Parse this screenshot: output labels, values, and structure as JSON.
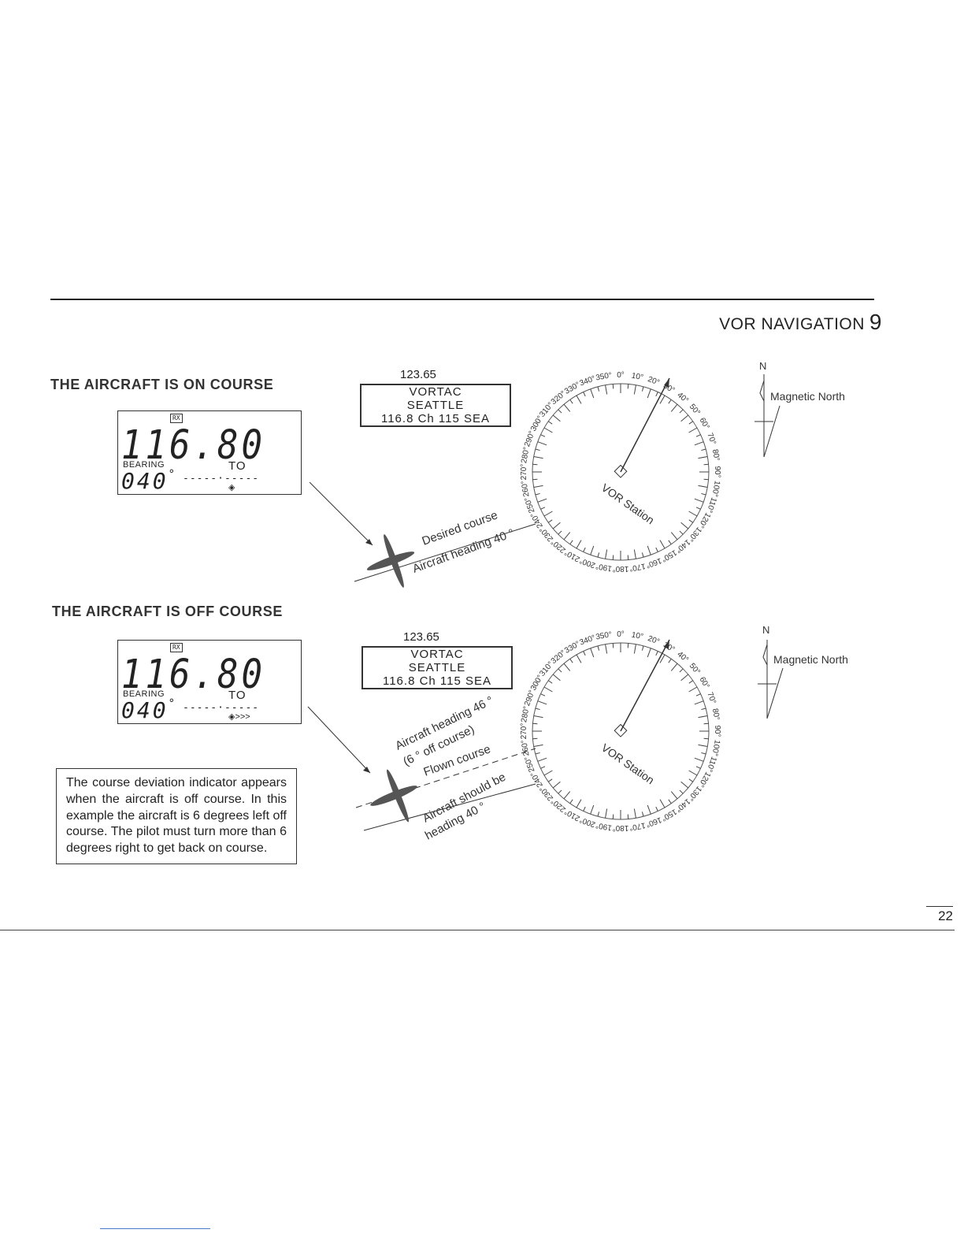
{
  "header": {
    "section_title": "VOR NAVIGATION",
    "section_number": "9"
  },
  "on_course": {
    "heading": "THE AIRCRAFT IS ON COURSE",
    "lcd": {
      "rx_label": "RX",
      "frequency": "116.80",
      "bearing_label": "BEARING",
      "to_label": "TO",
      "bearing_value": "040",
      "degree_symbol": "°",
      "cdi": "-----·-----",
      "cdi_marker": "◈"
    },
    "station_box": {
      "com_freq": "123.65",
      "type": "VORTAC",
      "name": "SEATTLE",
      "identifier": "116.8 Ch 115 SEA"
    },
    "labels": {
      "desired_course": "Desired course",
      "aircraft_heading": "Aircraft heading 40 °"
    },
    "compass_station": "VOR Station",
    "magnetic_north": {
      "n": "N",
      "label": "Magnetic North"
    }
  },
  "off_course": {
    "heading": "THE AIRCRAFT IS OFF COURSE",
    "lcd": {
      "rx_label": "RX",
      "frequency": "116.80",
      "bearing_label": "BEARING",
      "to_label": "TO",
      "bearing_value": "040",
      "degree_symbol": "°",
      "cdi": "-----·-----",
      "cdi_marker": "◈>>>"
    },
    "station_box": {
      "com_freq": "123.65",
      "type": "VORTAC",
      "name": "SEATTLE",
      "identifier": "116.8 Ch 115 SEA"
    },
    "labels": {
      "aircraft_heading": "Aircraft heading 46 °",
      "off_course": "(6 ° off course)",
      "flown_course": "Flown course",
      "should_be": "Aircraft should be",
      "heading_40": "heading 40 °"
    },
    "compass_station": "VOR Station",
    "magnetic_north": {
      "n": "N",
      "label": "Magnetic North"
    }
  },
  "note": "The course deviation indicator appears when the aircraft is off course. In this example the aircraft is 6 degrees left off course. The pilot must turn more than 6 degrees right to get back on course.",
  "page_number": "22",
  "compass_degrees": [
    "0°",
    "10°",
    "20°",
    "30°",
    "40°",
    "50°",
    "60°",
    "70°",
    "80°",
    "90°",
    "100°",
    "110°",
    "120°",
    "130°",
    "140°",
    "150°",
    "160°",
    "170°",
    "180°",
    "190°",
    "200°",
    "210°",
    "220°",
    "230°",
    "240°",
    "250°",
    "260°",
    "270°",
    "280°",
    "290°",
    "300°",
    "310°",
    "320°",
    "330°",
    "340°",
    "350°"
  ]
}
